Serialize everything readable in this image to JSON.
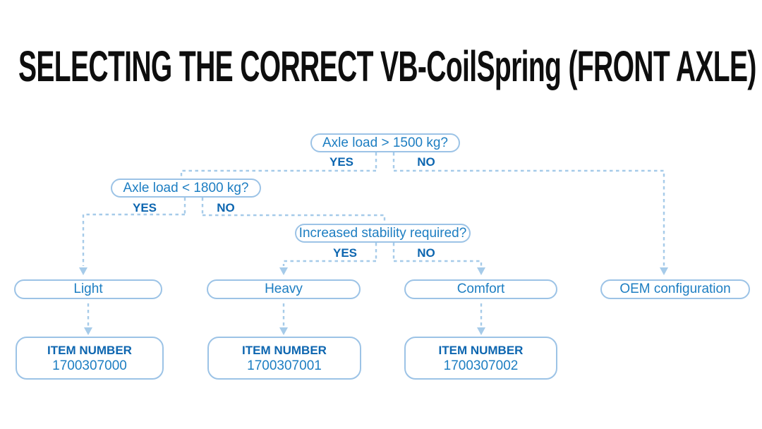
{
  "title": "SELECTING THE CORRECT VB-CoilSpring (FRONT AXLE)",
  "colors": {
    "accent_line": "#a6cbe9",
    "box_border": "#9cc3e6",
    "label_text": "#1d7ec2",
    "bold_text": "#0d66b0",
    "title_text": "#0e0e0e",
    "background": "#ffffff"
  },
  "decisions": [
    {
      "question": "Axle load > 1500 kg?",
      "yes": "YES",
      "no": "NO"
    },
    {
      "question": "Axle load < 1800 kg?",
      "yes": "YES",
      "no": "NO"
    },
    {
      "question": "Increased stability required?",
      "yes": "YES",
      "no": "NO"
    }
  ],
  "options": [
    {
      "label": "Light"
    },
    {
      "label": "Heavy"
    },
    {
      "label": "Comfort"
    },
    {
      "label": "OEM configuration"
    }
  ],
  "items": [
    {
      "heading": "ITEM NUMBER",
      "number": "1700307000"
    },
    {
      "heading": "ITEM NUMBER",
      "number": "1700307001"
    },
    {
      "heading": "ITEM NUMBER",
      "number": "1700307002"
    }
  ]
}
